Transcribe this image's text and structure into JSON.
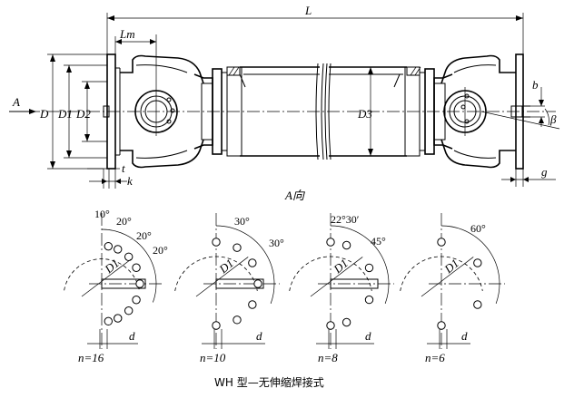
{
  "labels": {
    "L": "L",
    "Lm": "Lm",
    "A_arrow": "A",
    "D": "D",
    "D1": "D1",
    "D2": "D2",
    "D3": "D3",
    "t": "t",
    "k": "k",
    "b": "b",
    "beta": "β",
    "g": "g",
    "view_A": "A向",
    "d": "d"
  },
  "flange_views": [
    {
      "n": "n=16",
      "angles": [
        "10°",
        "20°",
        "20°",
        "20°"
      ]
    },
    {
      "n": "n=10",
      "angles": [
        "30°",
        "30°"
      ]
    },
    {
      "n": "n=8",
      "angles": [
        "22°30′",
        "45°"
      ]
    },
    {
      "n": "n=6",
      "angles": [
        "60°"
      ]
    }
  ],
  "caption": "WH 型—无伸缩焊接式"
}
